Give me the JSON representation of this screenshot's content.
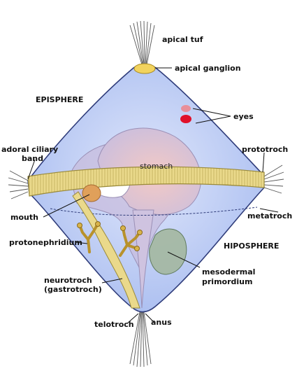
{
  "labels": {
    "apical_tuf": "apical  tuf",
    "apical_ganglion": "apical ganglion",
    "episphere": "EPISPHERE",
    "eyes": "eyes",
    "adoral_ciliary_band_line1": "adoral ciliary",
    "adoral_ciliary_band_line2": "band",
    "prototroch": "prototroch",
    "stomach": "stomach",
    "metatroch": "metatroch",
    "mouth": "mouth",
    "protonephridium": "protonephridium",
    "hiposphere": "HIPOSPHERE",
    "mesodermal_primordium_line1": "mesodermal",
    "mesodermal_primordium_line2": "primordium",
    "neurotroch_line1": "neurotroch",
    "neurotroch_line2": "(gastrotroch)",
    "telotroch": "telotroch",
    "anus": "anus"
  },
  "colors": {
    "body_fill": "#b7c8f3",
    "body_stroke": "#2f3c7a",
    "band_fill": "#e9d98a",
    "band_stroke": "#9a8a3a",
    "ganglion": "#f2d35e",
    "eye_light": "#e98f9a",
    "eye_dark": "#e0102a",
    "gut": "#c7b8d6",
    "stomach": "#e8c3c8",
    "protonephridium": "#d9b44a",
    "mesoderm": "#9fb49c"
  }
}
